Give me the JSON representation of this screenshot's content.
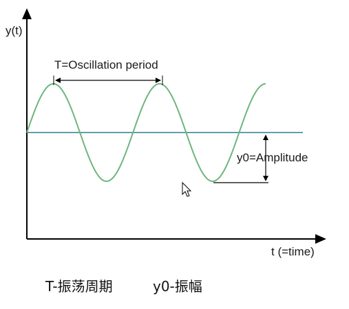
{
  "labels": {
    "y_axis": "y(t)",
    "x_axis": "t (=time)",
    "period": "T=Oscillation period",
    "amplitude": "y0=Amplitude"
  },
  "caption": {
    "period_note": "T-振荡周期",
    "amplitude_note": "y0-振幅"
  },
  "wave": {
    "cycles_shown": 2.25
  },
  "colors": {
    "wave": "#6db57e",
    "baseline": "#2f7f8c",
    "axes": "#000000",
    "annotation": "#000000"
  }
}
